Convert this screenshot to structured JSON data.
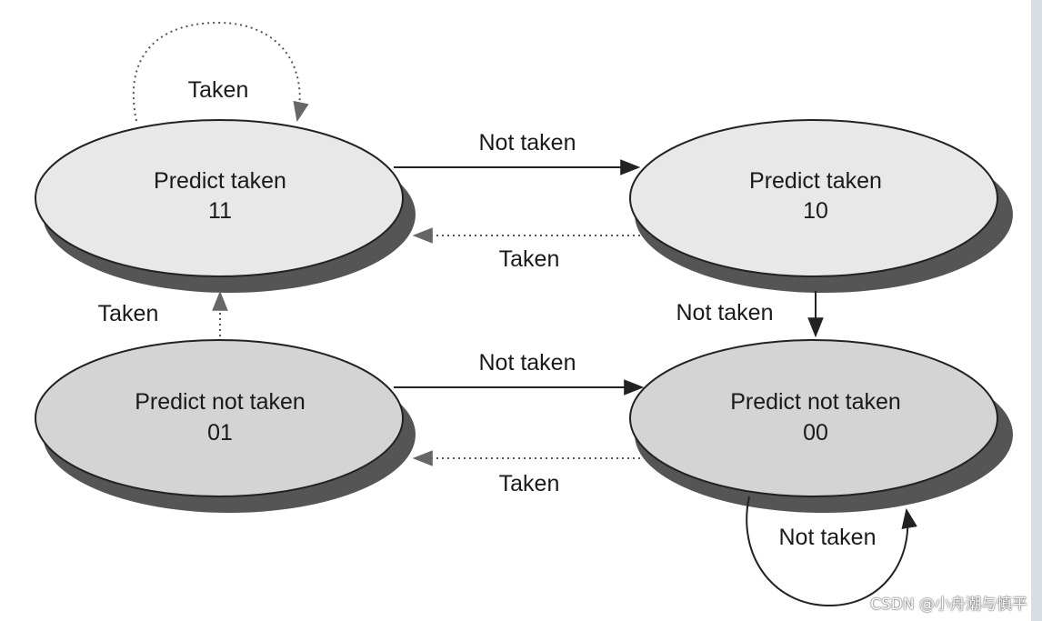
{
  "colors": {
    "state_taken_fill": "#e8e8e8",
    "state_not_taken_fill": "#d4d4d4",
    "shadow": "#555555",
    "edge": "#222222",
    "edge_dotted": "#444444"
  },
  "states": [
    {
      "id": "s11",
      "label": "Predict taken",
      "code": "11"
    },
    {
      "id": "s10",
      "label": "Predict taken",
      "code": "10"
    },
    {
      "id": "s01",
      "label": "Predict not taken",
      "code": "01"
    },
    {
      "id": "s00",
      "label": "Predict not taken",
      "code": "00"
    }
  ],
  "transitions": [
    {
      "from": "11",
      "to": "11",
      "label": "Taken",
      "style": "dotted"
    },
    {
      "from": "11",
      "to": "10",
      "label": "Not taken",
      "style": "solid"
    },
    {
      "from": "10",
      "to": "11",
      "label": "Taken",
      "style": "dotted"
    },
    {
      "from": "01",
      "to": "11",
      "label": "Taken",
      "style": "dotted"
    },
    {
      "from": "10",
      "to": "00",
      "label": "Not taken",
      "style": "solid"
    },
    {
      "from": "01",
      "to": "00",
      "label": "Not taken",
      "style": "solid"
    },
    {
      "from": "00",
      "to": "01",
      "label": "Taken",
      "style": "dotted"
    },
    {
      "from": "00",
      "to": "00",
      "label": "Not taken",
      "style": "solid"
    }
  ],
  "watermark": "CSDN @小舟潮与慎平"
}
